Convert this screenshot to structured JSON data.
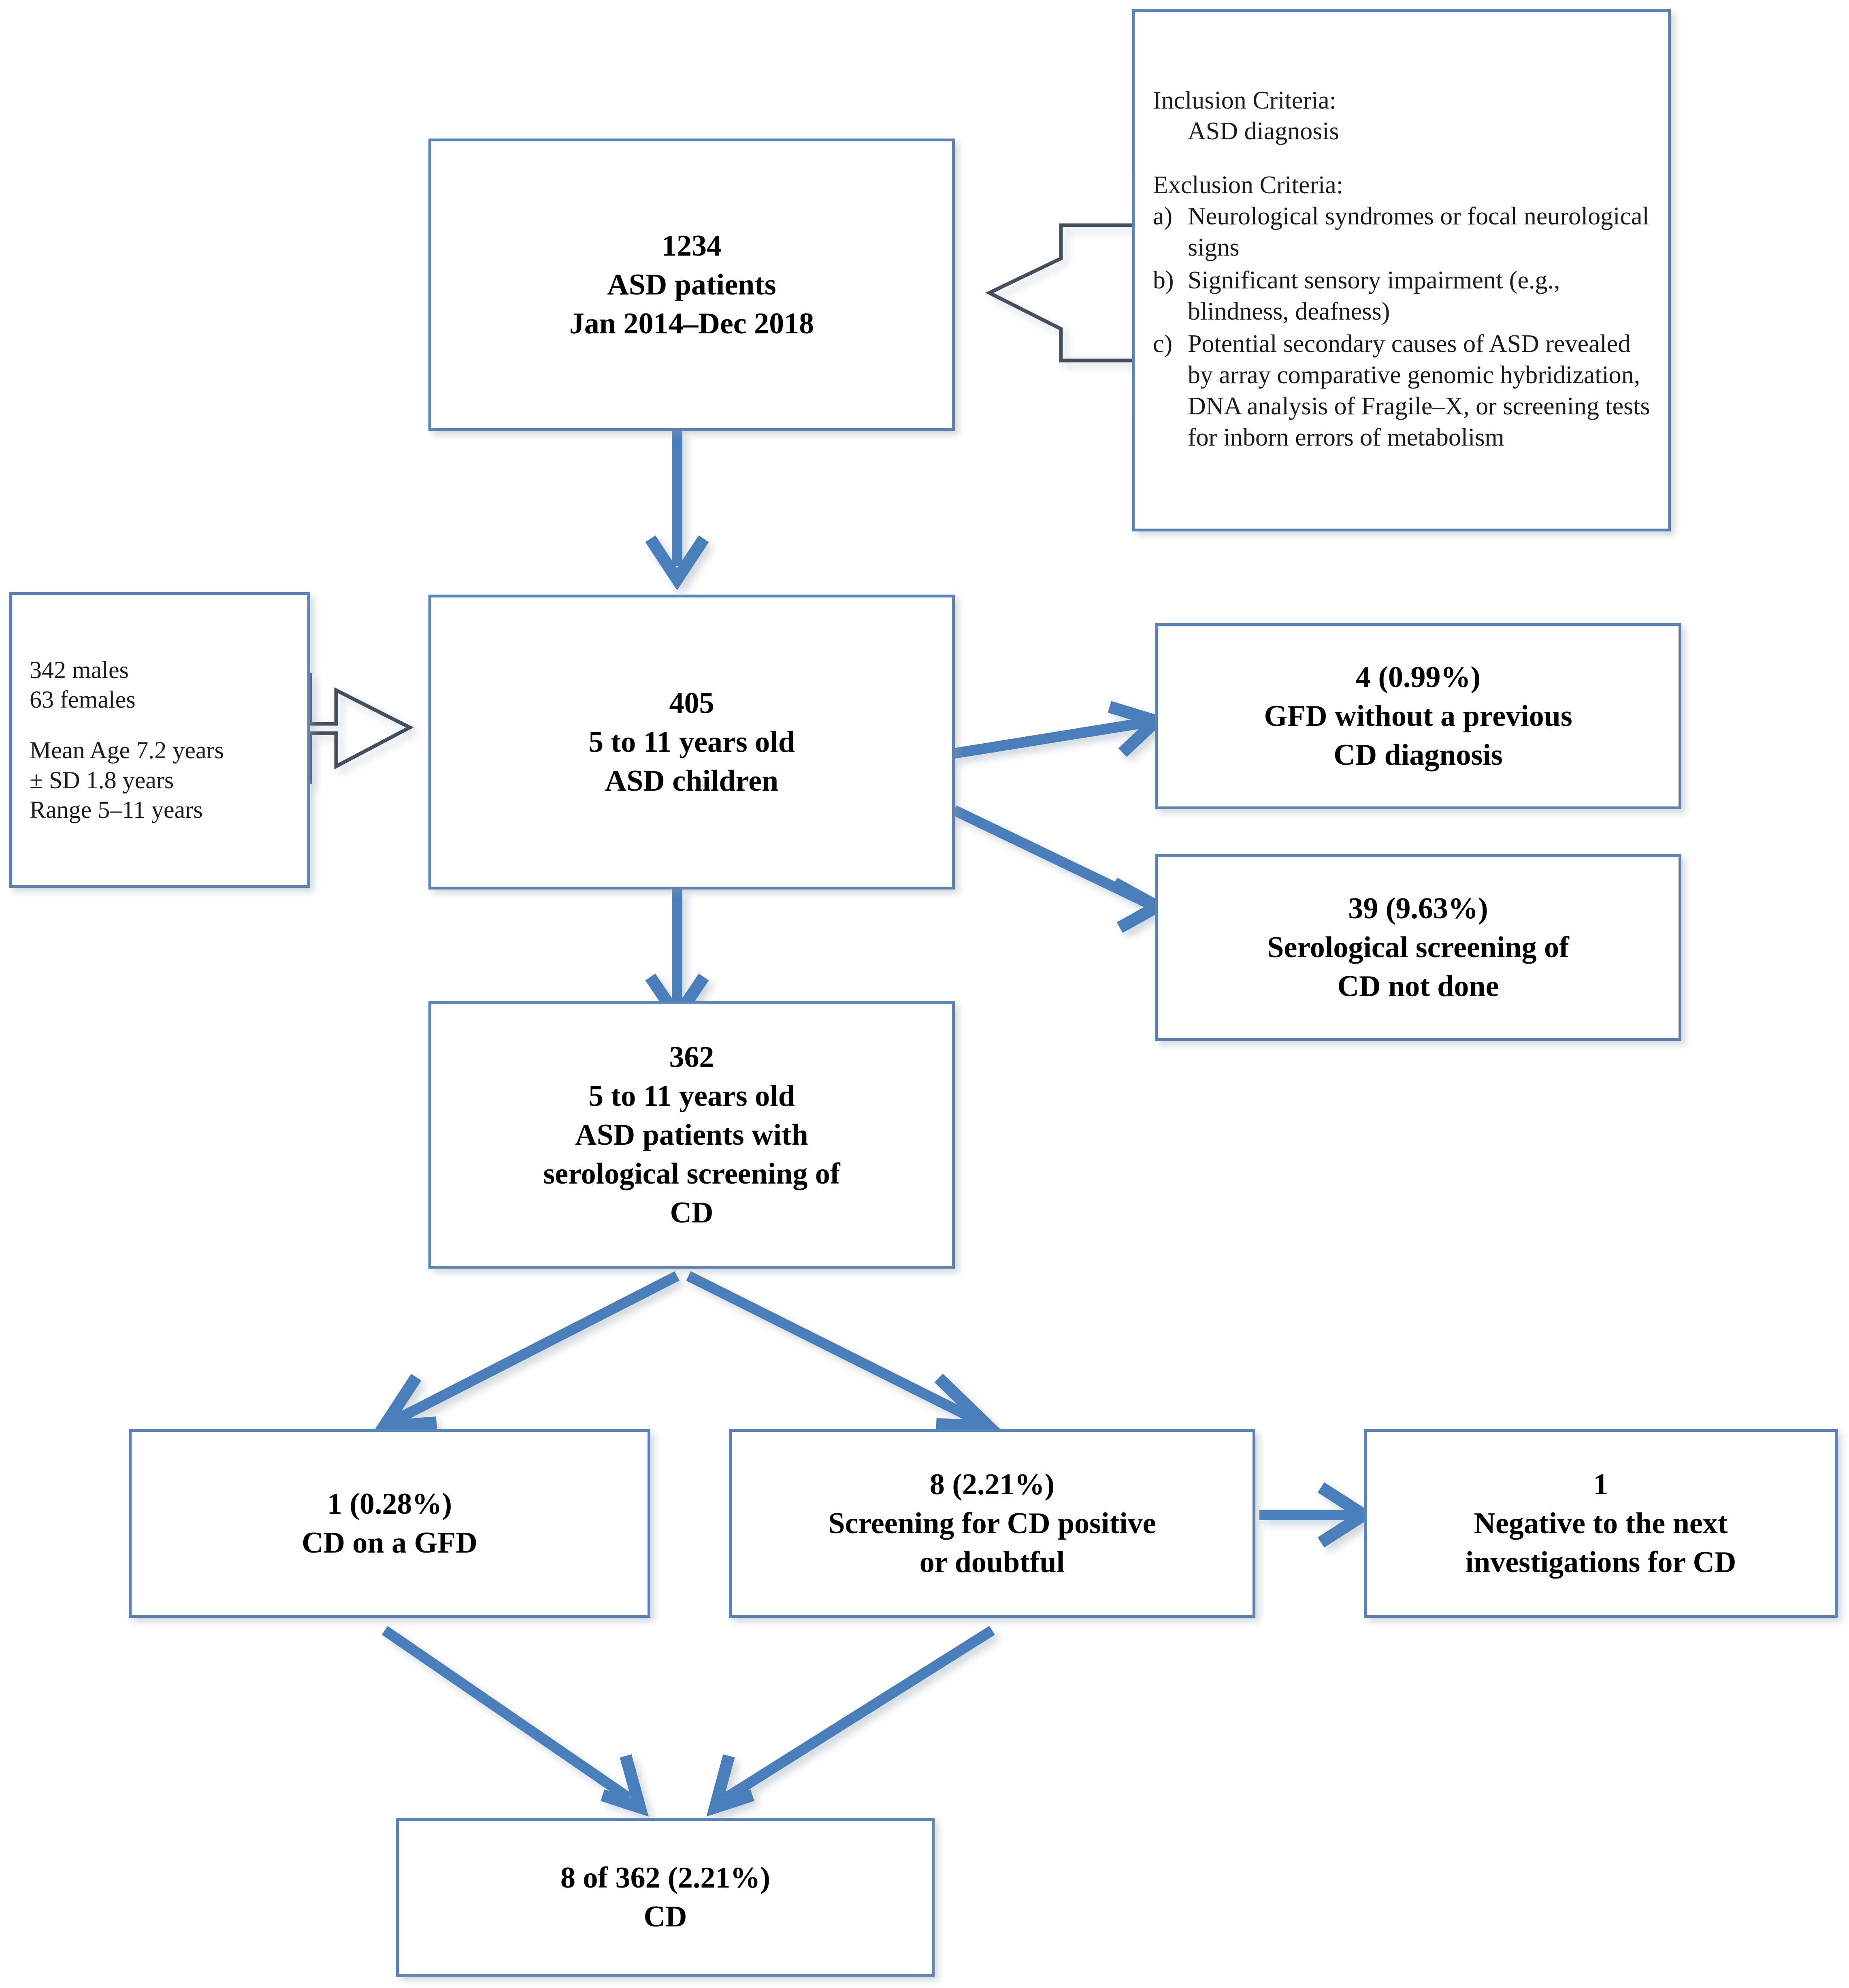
{
  "colors": {
    "box_border": "#5B83B8",
    "arrow": "#4A7EBB",
    "hollow_arrow_outline": "#44505e",
    "text": "#000000",
    "background": "#ffffff"
  },
  "criteria_panel": {
    "inclusion_title": "Inclusion Criteria:",
    "inclusion_item": "ASD diagnosis",
    "exclusion_title": "Exclusion Criteria:",
    "exclusion_items": [
      {
        "marker": "a)",
        "text": "Neurological syndromes or focal neurological signs"
      },
      {
        "marker": "b)",
        "text": "Significant sensory impairment (e.g., blindness, deafness)"
      },
      {
        "marker": "c)",
        "text": "Potential secondary causes of ASD revealed by array comparative genomic hybridization, DNA analysis of Fragile–X, or screening tests for inborn errors of metabolism"
      }
    ]
  },
  "demographics_panel": {
    "lines": [
      "342 males",
      "63 females"
    ],
    "lines2": [
      "Mean Age 7.2 years",
      "± SD 1.8 years",
      "Range 5–11 years"
    ]
  },
  "nodes": {
    "cohort_total": {
      "lines": [
        "1234",
        "ASD patients",
        "Jan 2014–Dec 2018"
      ]
    },
    "cohort_405": {
      "lines": [
        "405",
        "5 to 11 years old",
        "ASD children"
      ]
    },
    "gfd_no_cd": {
      "lines": [
        "4 (0.99%)",
        "GFD without a previous",
        "CD diagnosis"
      ]
    },
    "screening_not_done": {
      "lines": [
        "39 (9.63%)",
        "Serological screening of",
        "CD not done"
      ]
    },
    "cohort_362": {
      "lines": [
        "362",
        "5 to 11 years old",
        "ASD patients with",
        "serological screening of",
        "CD"
      ]
    },
    "cd_on_gfd": {
      "lines": [
        "1 (0.28%)",
        "CD on a GFD"
      ]
    },
    "screening_positive": {
      "lines": [
        "8 (2.21%)",
        "Screening for CD positive",
        "or doubtful"
      ]
    },
    "negative_next": {
      "lines": [
        "1",
        "Negative to the next",
        "investigations for CD"
      ]
    },
    "final_cd": {
      "lines": [
        "8 of 362 (2.21%)",
        "CD"
      ]
    }
  },
  "chart_data": {
    "type": "flowchart",
    "title": "CD screening flow in ASD children",
    "nodes": [
      {
        "id": "cohort_total",
        "label": "1234 ASD patients Jan 2014–Dec 2018",
        "count": 1234
      },
      {
        "id": "cohort_405",
        "label": "405 5 to 11 years old ASD children",
        "count": 405
      },
      {
        "id": "gfd_no_cd",
        "label": "GFD without a previous CD diagnosis",
        "count": 4,
        "percent": 0.99
      },
      {
        "id": "screening_not_done",
        "label": "Serological screening of CD not done",
        "count": 39,
        "percent": 9.63
      },
      {
        "id": "cohort_362",
        "label": "362 5 to 11 years old ASD patients with serological screening of CD",
        "count": 362
      },
      {
        "id": "cd_on_gfd",
        "label": "CD on a GFD",
        "count": 1,
        "percent": 0.28
      },
      {
        "id": "screening_positive",
        "label": "Screening for CD positive or doubtful",
        "count": 8,
        "percent": 2.21
      },
      {
        "id": "negative_next",
        "label": "Negative to the next investigations for CD",
        "count": 1
      },
      {
        "id": "final_cd",
        "label": "8 of 362 (2.21%) CD",
        "count": 8,
        "percent": 2.21
      }
    ],
    "edges": [
      {
        "from": "criteria_panel",
        "to": "cohort_total",
        "style": "hollow-block-arrow"
      },
      {
        "from": "cohort_total",
        "to": "cohort_405",
        "style": "solid-arrow"
      },
      {
        "from": "demographics_panel",
        "to": "cohort_405",
        "style": "hollow-block-arrow"
      },
      {
        "from": "cohort_405",
        "to": "gfd_no_cd",
        "style": "solid-arrow"
      },
      {
        "from": "cohort_405",
        "to": "screening_not_done",
        "style": "solid-arrow"
      },
      {
        "from": "cohort_405",
        "to": "cohort_362",
        "style": "solid-arrow"
      },
      {
        "from": "cohort_362",
        "to": "cd_on_gfd",
        "style": "solid-arrow"
      },
      {
        "from": "cohort_362",
        "to": "screening_positive",
        "style": "solid-arrow"
      },
      {
        "from": "screening_positive",
        "to": "negative_next",
        "style": "solid-arrow"
      },
      {
        "from": "cd_on_gfd",
        "to": "final_cd",
        "style": "solid-arrow"
      },
      {
        "from": "screening_positive",
        "to": "final_cd",
        "style": "solid-arrow"
      }
    ]
  }
}
